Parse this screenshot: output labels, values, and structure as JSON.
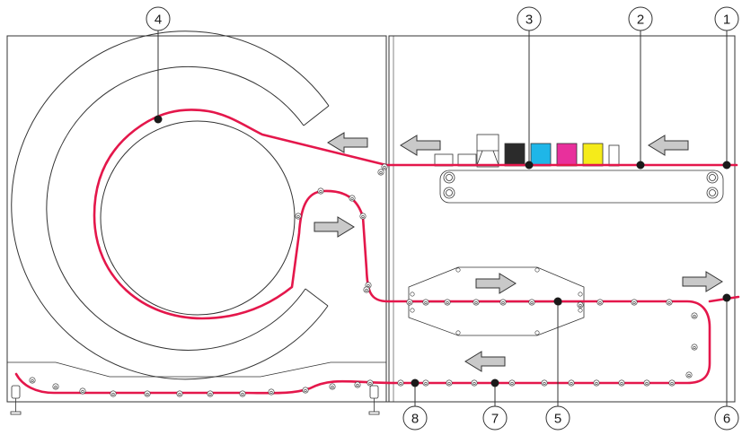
{
  "callouts": [
    {
      "id": "callout-1",
      "label": "1"
    },
    {
      "id": "callout-2",
      "label": "2"
    },
    {
      "id": "callout-3",
      "label": "3"
    },
    {
      "id": "callout-4",
      "label": "4"
    },
    {
      "id": "callout-5",
      "label": "5"
    },
    {
      "id": "callout-6",
      "label": "6"
    },
    {
      "id": "callout-7",
      "label": "7"
    },
    {
      "id": "callout-8",
      "label": "8"
    }
  ],
  "ink_cartridges": [
    {
      "name": "black",
      "color": "#2b2b2b"
    },
    {
      "name": "cyan",
      "color": "#1fb6e8"
    },
    {
      "name": "magenta",
      "color": "#e8309c"
    },
    {
      "name": "yellow",
      "color": "#f5eb1a"
    },
    {
      "name": "white",
      "color": "#ffffff"
    }
  ],
  "colors": {
    "paper_path": "#e4174b",
    "outline": "#333333",
    "arrow_fill": "#c9c9c9",
    "arrow_stroke": "#333333"
  },
  "direction_arrows": [
    {
      "id": "arrow-print-1",
      "direction": "left"
    },
    {
      "id": "arrow-print-2",
      "direction": "left"
    },
    {
      "id": "arrow-print-3",
      "direction": "left"
    },
    {
      "id": "arrow-drum-exit",
      "direction": "right"
    },
    {
      "id": "arrow-dryer",
      "direction": "right"
    },
    {
      "id": "arrow-output",
      "direction": "right"
    },
    {
      "id": "arrow-return",
      "direction": "left"
    }
  ]
}
